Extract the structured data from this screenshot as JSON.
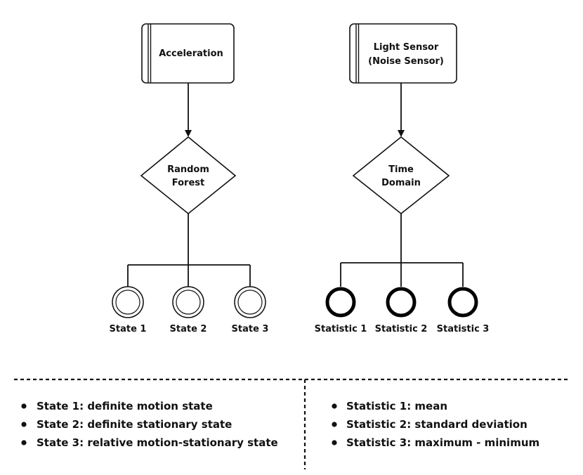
{
  "left_branch": {
    "source": "Acceleration",
    "decision": [
      "Random",
      "Forest"
    ],
    "outputs": [
      "State 1",
      "State 2",
      "State 3"
    ]
  },
  "right_branch": {
    "source": [
      "Light Sensor",
      "(Noise Sensor)"
    ],
    "decision": [
      "Time",
      "Domain"
    ],
    "outputs": [
      "Statistic 1",
      "Statistic 2",
      "Statistic 3"
    ]
  },
  "legend": {
    "left": [
      "State 1: definite motion state",
      "State 2: definite stationary state",
      "State 3: relative motion-stationary  state"
    ],
    "right": [
      "Statistic 1: mean",
      "Statistic 2: standard deviation",
      "Statistic 3: maximum - minimum"
    ]
  }
}
